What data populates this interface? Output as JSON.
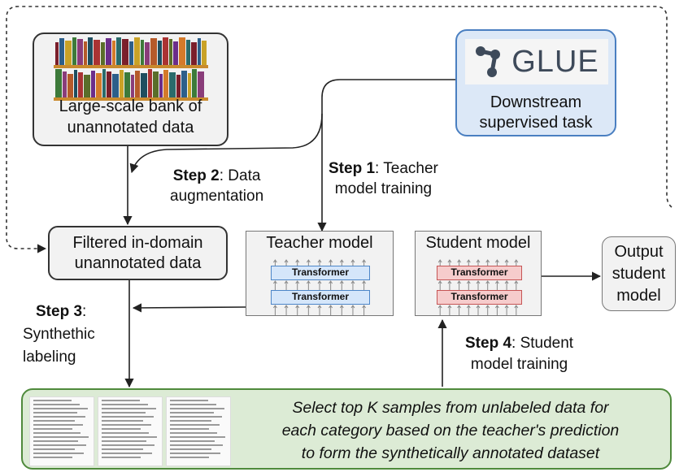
{
  "data_bank": {
    "line1": "Large-scale bank of",
    "line2": "unannotated data"
  },
  "glue": {
    "logo_text": "GLUE",
    "line1": "Downstream",
    "line2": "supervised task"
  },
  "filtered": {
    "line1": "Filtered in-domain",
    "line2": "unannotated data"
  },
  "teacher": {
    "title": "Teacher model",
    "layer_top": "Transformer",
    "layer_bottom": "Transformer"
  },
  "student": {
    "title": "Student model",
    "layer_top": "Transformer",
    "layer_bottom": "Transformer"
  },
  "output": {
    "line1": "Output",
    "line2": "student",
    "line3": "model"
  },
  "steps": {
    "step1": {
      "bold": "Step 1",
      "rest": ": Teacher",
      "line2": "model training"
    },
    "step2": {
      "bold": "Step 2",
      "rest": ": Data",
      "line2": "augmentation"
    },
    "step3": {
      "bold": "Step 3",
      "rest": ":",
      "line2": "Synthethic",
      "line3": "labeling"
    },
    "step4": {
      "bold": "Step 4",
      "rest": ": Student",
      "line2": "model training"
    }
  },
  "selection": {
    "line1": "Select top K samples from unlabeled data for",
    "line2": "each category based on the teacher's prediction",
    "line3": "to form the synthetically annotated dataset"
  },
  "colors": {
    "glue_bg": "#dce8f7",
    "glue_border": "#4a7fc1",
    "selection_bg": "#dcebd5",
    "selection_border": "#4f8a3c",
    "box_bg": "#f2f2f2"
  }
}
